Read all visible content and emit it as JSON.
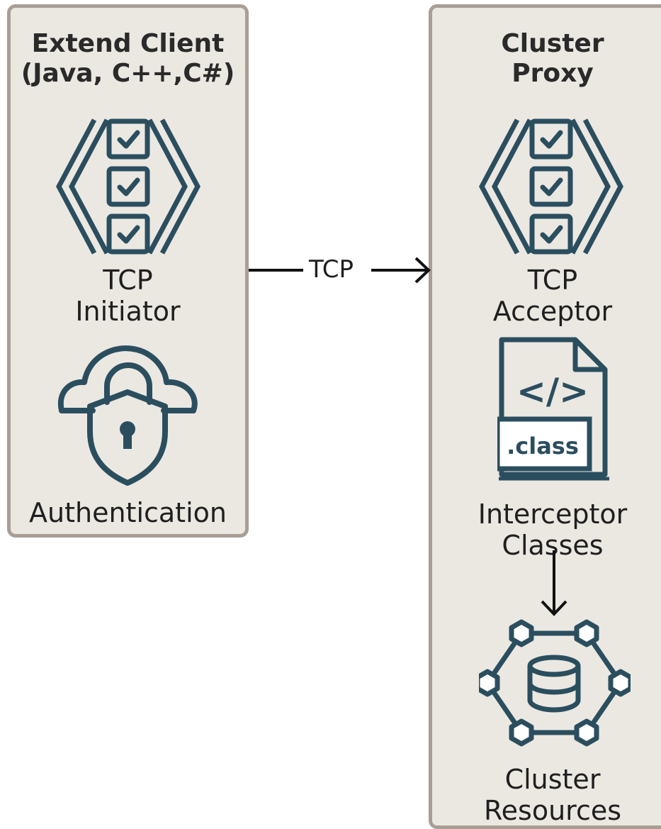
{
  "left_panel": {
    "title_line1": "Extend Client",
    "title_line2": "(Java, C++,C#)",
    "tcp_label_line1": "TCP",
    "tcp_label_line2": "Initiator",
    "auth_label": "Authentication"
  },
  "connection": {
    "label": "TCP"
  },
  "right_panel": {
    "title_line1": "Cluster",
    "title_line2": "Proxy",
    "tcp_label_line1": "TCP",
    "tcp_label_line2": "Acceptor",
    "file_code_text": "</>",
    "file_ext_text": ".class",
    "interceptor_label_line1": "Interceptor",
    "interceptor_label_line2": "Classes",
    "cluster_label_line1": "Cluster",
    "cluster_label_line2": "Resources"
  },
  "icons": {
    "tcp_initiator": "checklist-brackets-icon",
    "authentication": "cloud-shield-lock-icon",
    "tcp_acceptor": "checklist-brackets-icon",
    "interceptor": "class-file-icon",
    "cluster": "database-network-icon"
  },
  "colors": {
    "icon": "#2b4e5f",
    "panel_fill": "#ebe8e2",
    "panel_border": "#a89e95"
  }
}
